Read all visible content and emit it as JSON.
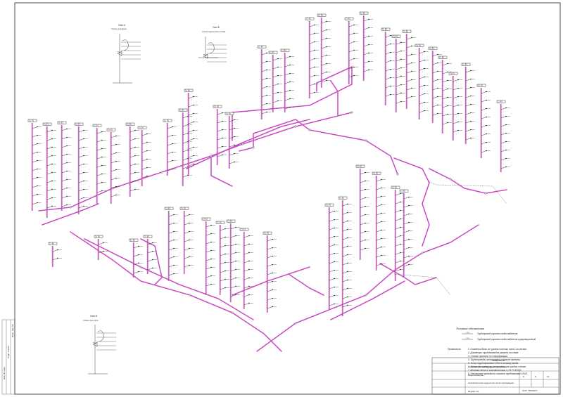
{
  "drawing": {
    "type": "isometric water supply piping scheme",
    "pipe_color": "#e36ad8",
    "line_color": "#222222",
    "background": "#ffffff"
  },
  "riser_tag": "Ст. В1",
  "riser_tag_note": "Each tagged block caps a vertical riser; the tag lettering is too small to read exactly.",
  "detail_views": [
    {
      "title": "Узел А",
      "subtitle": "Схема узла ввода"
    },
    {
      "title": "Узел Б",
      "subtitle": "Схема подключения стояка"
    },
    {
      "title": "Узел В",
      "subtitle": "Схема узла учёта"
    }
  ],
  "legend": {
    "title": "Условные обозначения",
    "items": [
      {
        "symbol": "—V—",
        "label": "Трубопровод горячего водоснабжения"
      },
      {
        "symbol": "—V—",
        "label": "Трубопровод горячего водоснабжения циркуляционный"
      }
    ]
  },
  "notes": {
    "heading": "Примечания:",
    "items": [
      "1. Отметки даны от уровня чистого пола 1-го этажа.",
      "2. Диаметры трубопроводов указаны на схеме.",
      "3. Стояки принять по спецификации.",
      "4. Трубопроводы изолировать согласно проекту.",
      "5. Уклон трубопроводов 0,002 в сторону ввода.",
      "6. Запорную арматуру установить на каждом стояке.",
      "7. Монтаж вести в соответствии с СП 73.13330.",
      "8. Испытания проводить согласно требованиям СНиП."
    ]
  },
  "title_block": {
    "doc_code": "Шифр ВК-03",
    "object": "г. Москва, Многоквартирный жилой дом",
    "section": "Водоснабжение",
    "sheet_name": "Аксонометрическая схема системы горячего водоснабжения",
    "stage": "Р",
    "sheet": "5",
    "sheets": "12",
    "company": "ООО \"ПРОЕКТ\"",
    "format": "Формат А1"
  },
  "left_strip": {
    "label1": "Инв. № подл.",
    "label2": "Подп. и дата",
    "label3": "Взам. инв. №"
  }
}
